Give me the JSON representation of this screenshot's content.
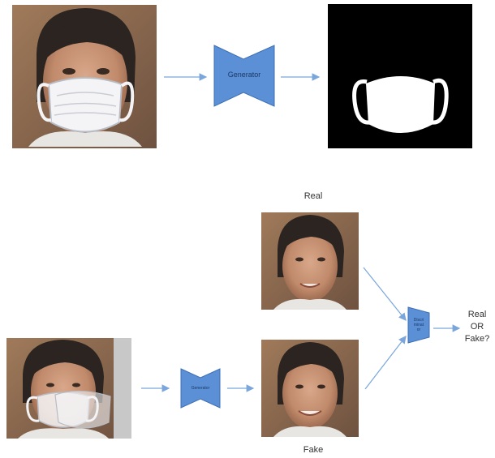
{
  "top_generator": {
    "label": "Generator"
  },
  "bottom_generator": {
    "label": "Generator"
  },
  "discriminator": {
    "lines": [
      "Discri",
      "minat",
      "or"
    ]
  },
  "label_real": "Real",
  "label_fake": "Fake",
  "output": {
    "lines": [
      "Real",
      "OR",
      "Fake?"
    ]
  },
  "colors": {
    "block_fill": "#5b8fd6",
    "block_edge": "#3c6fb5",
    "arrow": "#7aa6dc",
    "mask_bg": "#000000"
  }
}
